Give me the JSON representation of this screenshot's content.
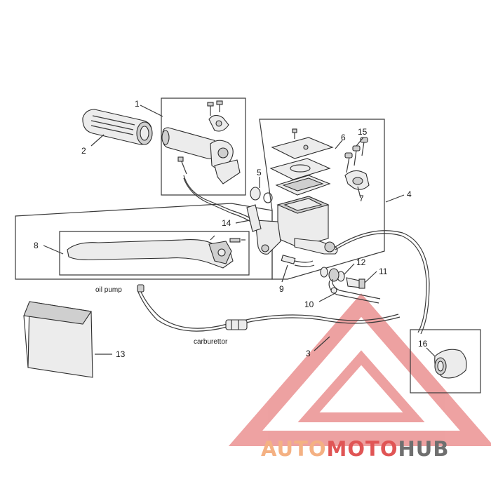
{
  "callouts": {
    "c1": "1",
    "c2": "2",
    "c3": "3",
    "c4": "4",
    "c5": "5",
    "c6": "6",
    "c7": "7",
    "c8": "8",
    "c9": "9",
    "c10": "10",
    "c11": "11",
    "c12": "12",
    "c13": "13",
    "c14": "14",
    "c15": "15",
    "c16": "16"
  },
  "labels": {
    "oil_pump": "oil pump",
    "carburettor": "carburettor"
  },
  "watermark": {
    "part1": "AUTO",
    "part2": "MOTO",
    "part3": "HUB",
    "color_orange": "#f4b183",
    "color_red": "#e05555",
    "color_gray": "#6f6f6f"
  }
}
